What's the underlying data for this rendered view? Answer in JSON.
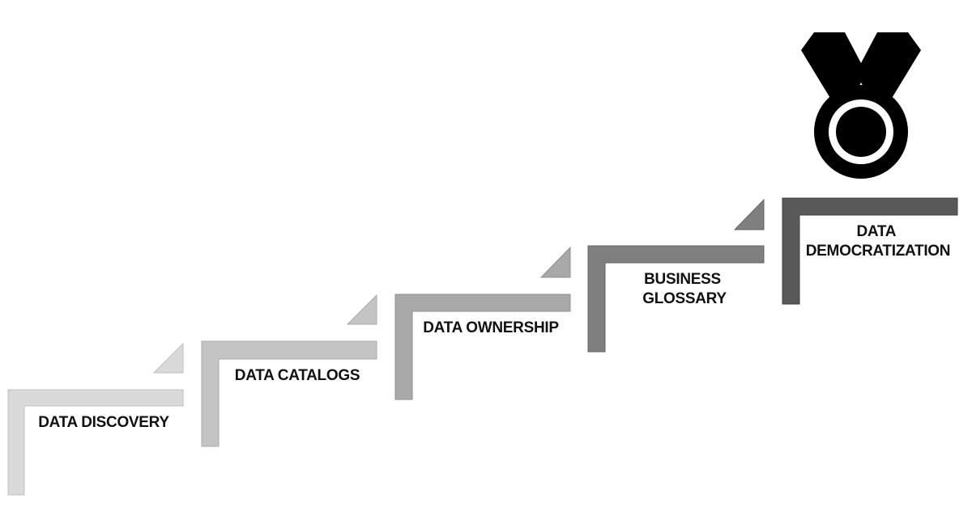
{
  "steps": [
    {
      "id": "discovery",
      "lines": [
        "DATA DISCOVERY"
      ],
      "color": "#d9d9d9"
    },
    {
      "id": "catalogs",
      "lines": [
        "DATA CATALOGS"
      ],
      "color": "#c4c4c4"
    },
    {
      "id": "ownership",
      "lines": [
        "DATA OWNERSHIP"
      ],
      "color": "#a9a9a9"
    },
    {
      "id": "glossary",
      "lines": [
        "BUSINESS",
        "GLOSSARY"
      ],
      "color": "#7f7f7f"
    },
    {
      "id": "democratization",
      "lines": [
        "DATA",
        "DEMOCRATIZATION"
      ],
      "color": "#595959"
    }
  ],
  "medal_icon": "medal-icon",
  "medal_color": "#000000"
}
